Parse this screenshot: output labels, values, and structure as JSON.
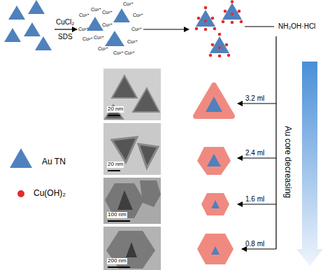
{
  "diagram": {
    "labels": [
      "CuCl₂",
      "SDS",
      "NH₂OH·HCl",
      "3.2 ml",
      "2.4 ml",
      "1.6 ml",
      "0.8 ml",
      "20 nm",
      "20 nm",
      "100 nm",
      "200 nm",
      "Au core decreasing",
      "Cu²⁺",
      "Cu²⁺",
      "Cu²⁺",
      "Cu²⁺",
      "Cu²⁺",
      "Cu²⁺",
      "Cu²⁺",
      "Cu²⁺",
      "Cu²⁺",
      "Cu²⁺",
      "Cu²⁺",
      "Cu²⁺",
      "Cu²⁺",
      "Cu²⁺"
    ],
    "legend": [
      {
        "text": "Au TN"
      },
      {
        "text": "Cu(OH)₂"
      }
    ]
  }
}
